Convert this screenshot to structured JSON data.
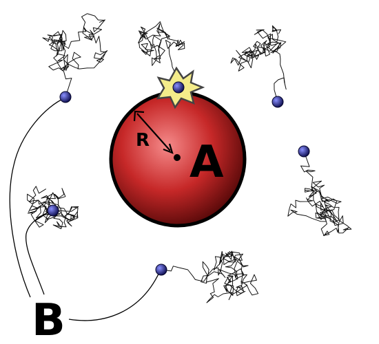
{
  "labels": {
    "sphere": "A",
    "radius": "R",
    "particles": "B"
  },
  "colors": {
    "sphere_light": "#f58a8a",
    "sphere_mid": "#c62828",
    "sphere_dark": "#5a0a0a",
    "sphere_outline": "#000000",
    "particle_light": "#8a90ff",
    "particle_dark": "#0a0a4a",
    "reaction_star": "#f4ec8a",
    "reaction_star_outline": "#444444",
    "walk_line": "#111111"
  },
  "icons": {
    "reaction": "star-burst-icon",
    "particle": "particle-icon"
  }
}
